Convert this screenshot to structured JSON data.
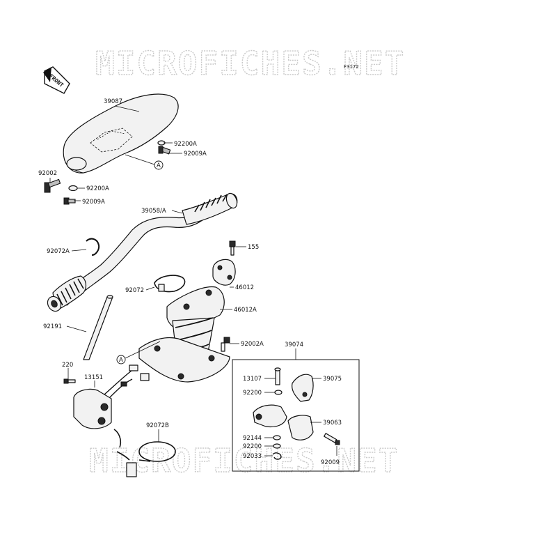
{
  "watermark": "MICROFICHES.NET",
  "figure_code": "F3172",
  "front_label": "FRONT",
  "callout_a": "A",
  "parts": {
    "grip_cover": "39087",
    "bolt_92002": "92002",
    "washer_92200a_upper": "92200A",
    "screw_92009a_upper": "92009A",
    "washer_92200a_lower": "92200A",
    "screw_92009a_lower": "92009A",
    "handlebar": "39058/A",
    "clamp_92072a": "92072A",
    "bolt_155": "155",
    "holder_46012": "46012",
    "clamp_92072": "92072",
    "holder_46012a": "46012A",
    "tube_92191": "92191",
    "bolt_92002a": "92002A",
    "screw_220": "220",
    "switch_13151": "13151",
    "clamp_92072b": "92072B",
    "lever_assy_39074": "39074",
    "pin_13107": "13107",
    "lever_39075": "39075",
    "washer_92200": "92200",
    "bracket_39063": "39063",
    "bushing_92144": "92144",
    "washer_92200_b": "92200",
    "ring_92033": "92033",
    "bolt_92009": "92009"
  }
}
